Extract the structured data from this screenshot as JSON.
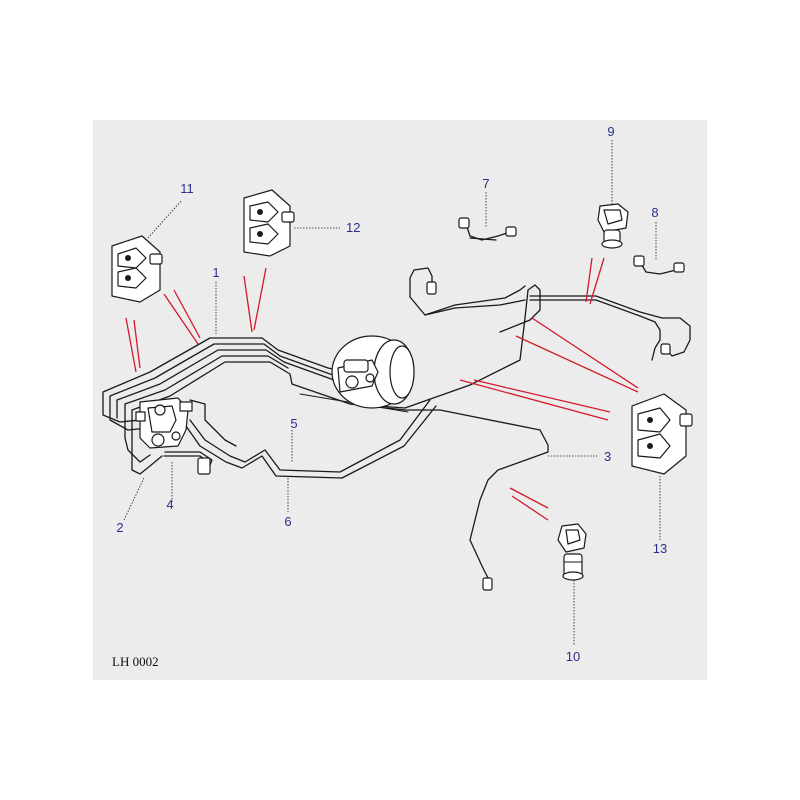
{
  "diagram": {
    "reference": "LH 0002",
    "callouts": [
      "1",
      "2",
      "3",
      "4",
      "5",
      "6",
      "7",
      "8",
      "9",
      "10",
      "11",
      "12",
      "13"
    ]
  },
  "colors": {
    "panel": "#ececec",
    "linework": "#1a1a1a",
    "callout_text": "#2a2f8f",
    "arrows": "#d21a2a"
  }
}
